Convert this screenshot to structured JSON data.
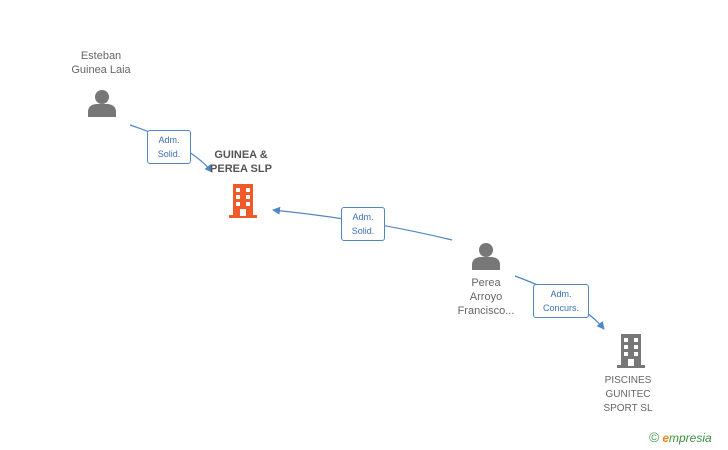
{
  "colors": {
    "edge": "#4f86c6",
    "person_icon": "#777777",
    "main_company_icon": "#f05a28",
    "other_company_icon": "#777777"
  },
  "nodes": {
    "esteban": {
      "line1": "Esteban",
      "line2": "Guinea Laia",
      "icon": "person-icon"
    },
    "guinea_perea": {
      "line1": "GUINEA &",
      "line2": "PEREA SLP",
      "icon": "building-icon"
    },
    "perea": {
      "line1": "Perea",
      "line2": "Arroyo",
      "line3": "Francisco...",
      "icon": "person-icon"
    },
    "piscines": {
      "line1": "PISCINES",
      "line2": "GUNITEC",
      "line3": "SPORT SL",
      "icon": "building-icon"
    }
  },
  "edges": {
    "esteban_to_guinea": {
      "line1": "Adm.",
      "line2": "Solid."
    },
    "perea_to_guinea": {
      "line1": "Adm.",
      "line2": "Solid."
    },
    "perea_to_piscines": {
      "line1": "Adm.",
      "line2": "Concurs."
    }
  },
  "brand": {
    "copyright": "©",
    "initial": "e",
    "name": "mpresia"
  }
}
